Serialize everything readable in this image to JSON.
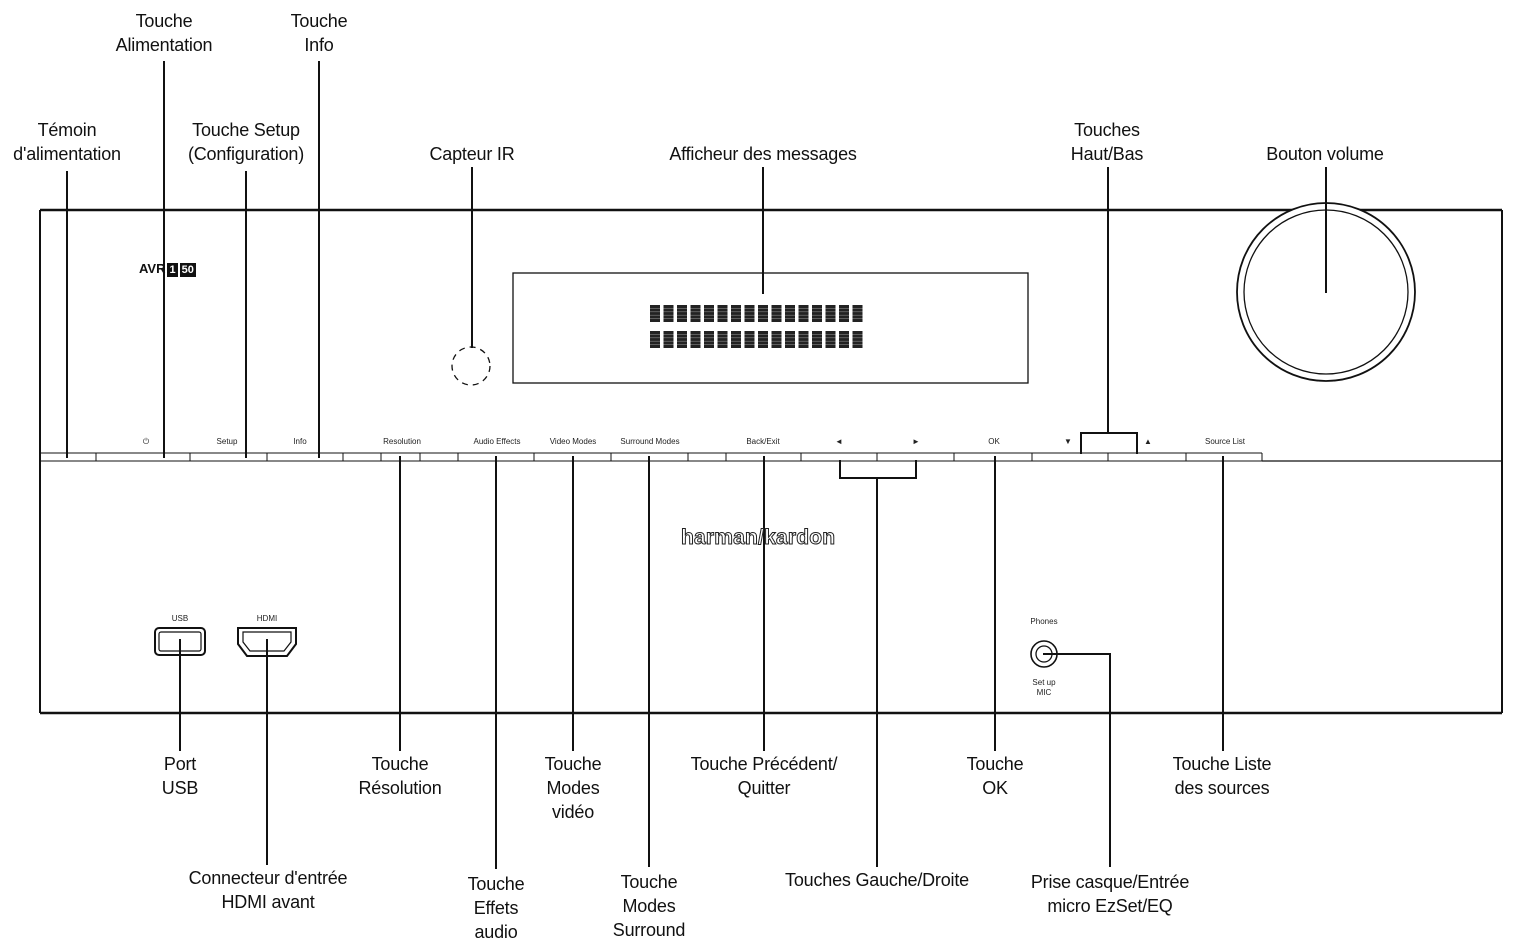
{
  "device": {
    "model": "AVR 150",
    "model_prefix": "AVR",
    "model_digit": "1",
    "model_suffix": "50",
    "brand": "harman/kardon"
  },
  "front_panel_labels": {
    "power_symbol": "⏻",
    "setup": "Setup",
    "info": "Info",
    "resolution": "Resolution",
    "audio_effects": "Audio Effects",
    "video_modes": "Video Modes",
    "surround_modes": "Surround Modes",
    "back_exit": "Back/Exit",
    "left_arrow": "◄",
    "right_arrow": "►",
    "ok": "OK",
    "down_arrow": "▼",
    "up_arrow": "▲",
    "source_list": "Source List",
    "usb": "USB",
    "hdmi": "HDMI",
    "phones": "Phones",
    "setup_mic_line1": "Set up",
    "setup_mic_line2": "MIC"
  },
  "callouts": {
    "power_indicator": [
      "Témoin",
      "d'alimentation"
    ],
    "power_button": [
      "Touche",
      "Alimentation"
    ],
    "setup_button": [
      "Touche Setup",
      "(Configuration)"
    ],
    "info_button": [
      "Touche",
      "Info"
    ],
    "ir_sensor": [
      "Capteur IR"
    ],
    "message_display": [
      "Afficheur des messages"
    ],
    "up_down_buttons": [
      "Touches",
      "Haut/Bas"
    ],
    "volume_knob": [
      "Bouton volume"
    ],
    "usb_port": [
      "Port",
      "USB"
    ],
    "hdmi_input": [
      "Connecteur d'entrée",
      "HDMI avant"
    ],
    "resolution_button": [
      "Touche",
      "Résolution"
    ],
    "audio_effects_button": [
      "Touche",
      "Effets",
      "audio"
    ],
    "video_modes_button": [
      "Touche",
      "Modes",
      "vidéo"
    ],
    "surround_modes_button": [
      "Touche",
      "Modes",
      "Surround"
    ],
    "back_exit_button": [
      "Touche Précédent/",
      "Quitter"
    ],
    "left_right_buttons": [
      "Touches Gauche/Droite"
    ],
    "ok_button": [
      "Touche",
      "OK"
    ],
    "phones_mic_jack": [
      "Prise casque/Entrée",
      "micro EzSet/EQ"
    ],
    "source_list_button": [
      "Touche Liste",
      "des sources"
    ]
  }
}
